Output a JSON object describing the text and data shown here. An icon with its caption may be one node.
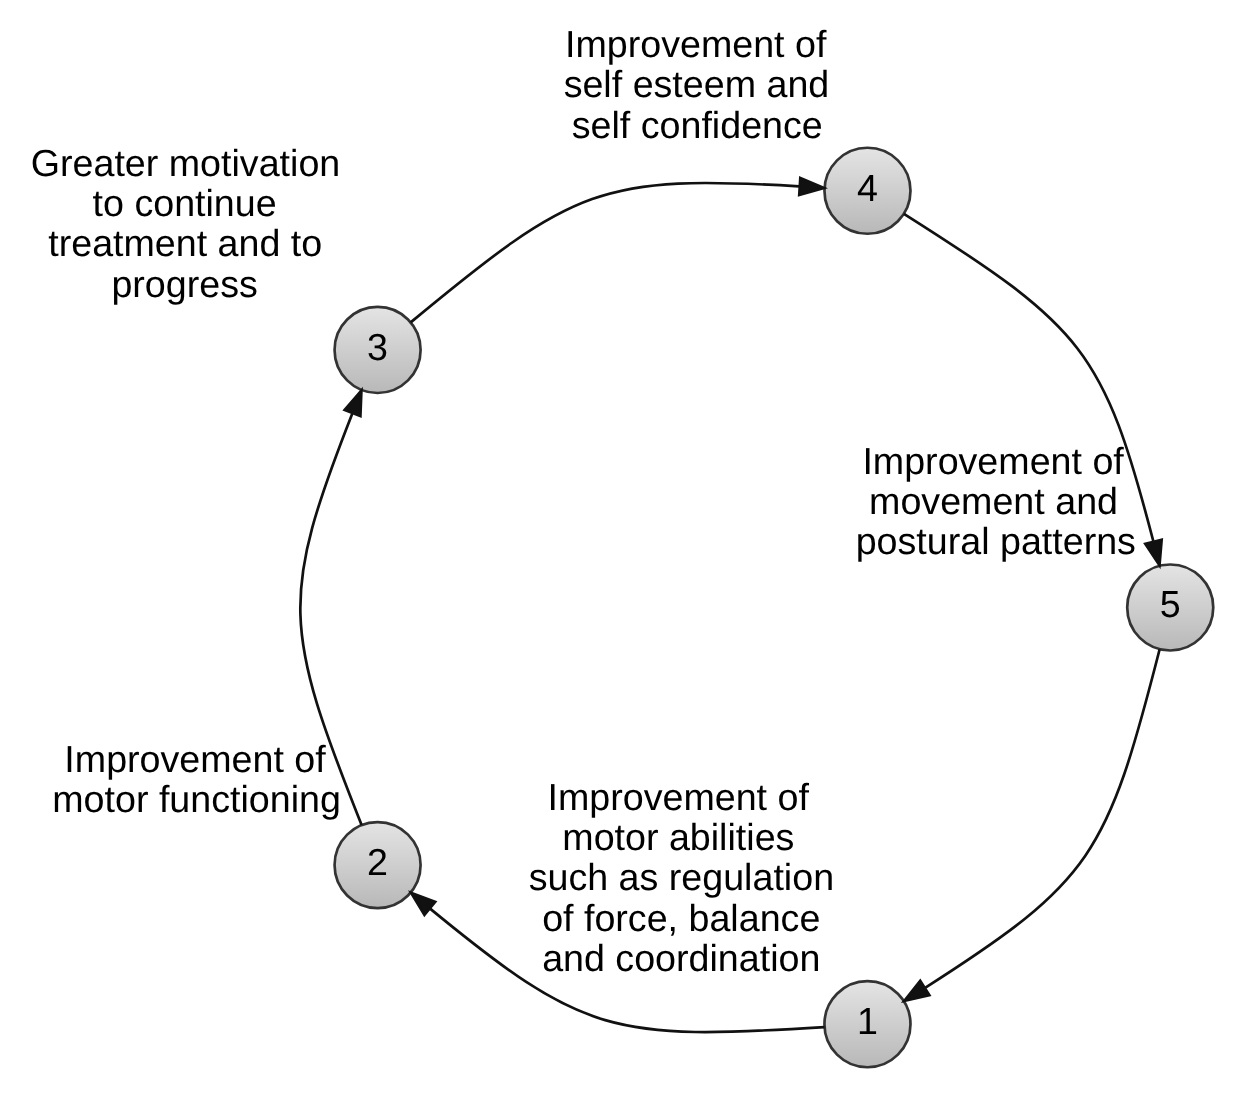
{
  "diagram": {
    "nodes": [
      {
        "text": [
          "1"
        ],
        "beside": [
          "Improvement of motor abilities such as regulation of force, balance and coordination"
        ]
      },
      {
        "text": [
          "2"
        ],
        "beside": [
          "Improvement of motor functioning"
        ]
      },
      {
        "text": [
          "3"
        ],
        "beside": [
          "Greater motivation to continue treatment and to progress"
        ]
      },
      {
        "text": [
          "4"
        ],
        "beside": [
          "Improvement of self esteem and self confidence"
        ]
      },
      {
        "text": [
          "5"
        ],
        "beside": [
          "Improvement of movement and postural patterns"
        ]
      }
    ],
    "edges": [
      {
        "from": 0,
        "to": 1,
        "arrow": "to"
      },
      {
        "from": 1,
        "to": 2,
        "arrow": "to"
      },
      {
        "from": 2,
        "to": 3,
        "arrow": "to"
      },
      {
        "from": 3,
        "to": 4,
        "arrow": "to"
      },
      {
        "from": 4,
        "to": 0,
        "arrow": "to"
      }
    ]
  }
}
